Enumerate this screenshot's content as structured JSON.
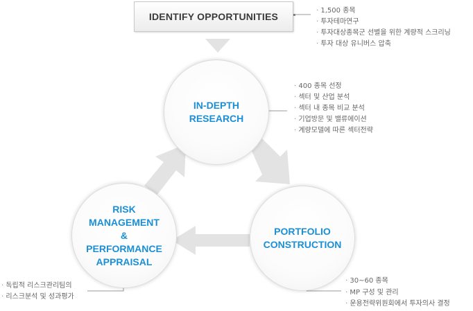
{
  "stages": {
    "identify": {
      "label": "IDENTIFY OPPORTUNITIES",
      "notes": [
        "1,500 종목",
        "투자테마연구",
        "투자대상종목군 선별을 위한 계량적 스크리닝",
        "투자 대상 유니버스 압축"
      ]
    },
    "research": {
      "label": "IN-DEPTH\nRESEARCH",
      "notes": [
        "400 종목 선정",
        "섹터 및 산업 분석",
        "섹터 내 종목 비교 분석",
        "기업방문 및 밸류에이션",
        "계량모델에 따른 섹터전략"
      ]
    },
    "portfolio": {
      "label": "PORTFOLIO\nCONSTRUCTION",
      "notes": [
        "30~60 종목",
        "MP 구성 및 관리",
        "운용전략위원회에서 투자의사 결정"
      ]
    },
    "risk": {
      "label": "RISK\nMANAGEMENT\n&\nPERFORMANCE\nAPPRAISAL",
      "notes": [
        "독립적 리스크관리팀의",
        "리스크분석 및 성과평가"
      ]
    }
  },
  "colors": {
    "accent": "#1a8fd6",
    "arrow": "#e3e3e3",
    "note_text": "#666666"
  }
}
